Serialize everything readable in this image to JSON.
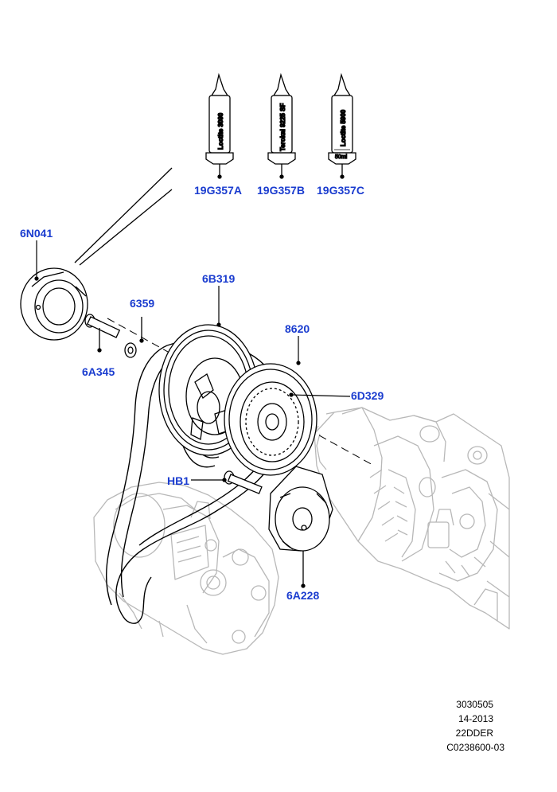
{
  "colors": {
    "label": "#1a3ccf",
    "line": "#000000",
    "ghost": "#b8b8b8"
  },
  "tubes": {
    "a": "Loctite 3090",
    "b": "Terokal 9225 SF",
    "c": "Loctite 5900",
    "c_volume": "50ml"
  },
  "labels": {
    "p19g357a": "19G357A",
    "p19g357b": "19G357B",
    "p19g357c": "19G357C",
    "p6n041": "6N041",
    "p6b319": "6B319",
    "p6359": "6359",
    "p8620": "8620",
    "p6a345": "6A345",
    "p6d329": "6D329",
    "phb1": "HB1",
    "p6a228": "6A228"
  },
  "reference": {
    "line1": "3030505",
    "line2": "14-2013",
    "line3": "22DDER",
    "line4": "C0238600-03"
  }
}
